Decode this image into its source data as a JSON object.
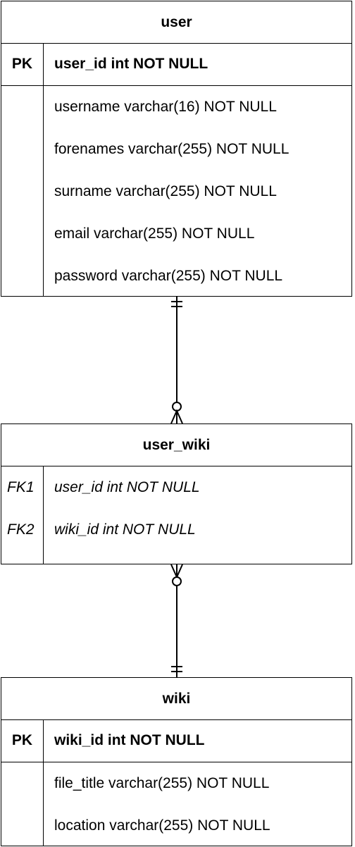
{
  "entities": {
    "user": {
      "name": "user",
      "pk_label": "PK",
      "pk_field": "user_id int NOT NULL",
      "fields": [
        "username varchar(16) NOT NULL",
        "forenames varchar(255) NOT NULL",
        "surname varchar(255) NOT NULL",
        "email varchar(255) NOT NULL",
        "password varchar(255) NOT NULL"
      ]
    },
    "user_wiki": {
      "name": "user_wiki",
      "fk_rows": [
        {
          "key": "FK1",
          "field": "user_id int NOT NULL"
        },
        {
          "key": "FK2",
          "field": "wiki_id int NOT NULL"
        }
      ]
    },
    "wiki": {
      "name": "wiki",
      "pk_label": "PK",
      "pk_field": "wiki_id int NOT NULL",
      "fields": [
        "file_title varchar(255) NOT NULL",
        "location varchar(255) NOT NULL"
      ]
    }
  },
  "relationships": [
    {
      "from": "user",
      "to": "user_wiki",
      "from_cardinality": "one-and-only-one",
      "to_cardinality": "zero-or-many"
    },
    {
      "from": "wiki",
      "to": "user_wiki",
      "from_cardinality": "one-and-only-one",
      "to_cardinality": "zero-or-many"
    }
  ]
}
